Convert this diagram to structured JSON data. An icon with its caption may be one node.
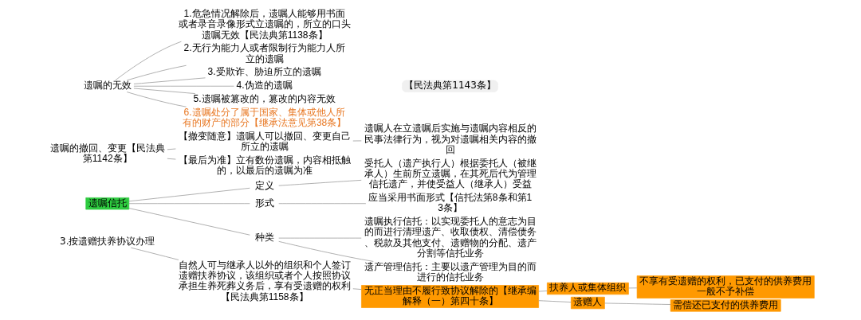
{
  "diagram": {
    "nodes": [
      {
        "text": [
          "遗嘱的无效"
        ]
      },
      {
        "text": [
          "1.危急情况解除后，遗嘱人能够用书面或者录音录像形式立遗嘱的，所立的口头遗嘱无效【民法典第1138条】"
        ]
      },
      {
        "text": [
          "2.无行为能力人或者限制行为能力人所立的遗嘱"
        ]
      },
      {
        "text": [
          "3.受欺诈、胁迫所立的遗嘱"
        ]
      },
      {
        "text": [
          "4.伪造的遗嘱"
        ]
      },
      {
        "text": [
          "5.遗嘱被篡改的，篡改的内容无效"
        ]
      },
      {
        "text": [
          "6.遗嘱处分了属于国家、集体或他人所有的财产的部分【继承法意见第38条】"
        ]
      },
      {
        "text": [
          "【民法典第1143条】"
        ]
      },
      {
        "text": [
          "遗嘱的撤回、变更【民法典第1142条】"
        ]
      },
      {
        "text": [
          "【撤变随意】遗嘱人可以撤回、变更自己所立的遗嘱"
        ]
      },
      {
        "text": [
          "遗嘱人在立遗嘱后实施与遗嘱内容相反的民事法律行为，视为对遗嘱相关内容的撤回"
        ]
      },
      {
        "text": [
          "【最后为准】立有数份遗嘱，内容相抵触的，以最后的遗嘱为准"
        ]
      },
      {
        "text": [
          "遗嘱信托"
        ]
      },
      {
        "text": [
          "定义"
        ]
      },
      {
        "text": [
          "受托人（遗产执行人）根据委托人（被继承人）生前所立遗嘱，在其死后代为管理信托遗产，并使受益人（继承人）受益"
        ]
      },
      {
        "text": [
          "形式"
        ]
      },
      {
        "text": [
          "应当采用书面形式【信托法第8条和第13条】"
        ]
      },
      {
        "text": [
          "种类"
        ]
      },
      {
        "text": [
          "遗嘱执行信托：以实现委托人的意志为目的而进行清理遗产、收取债权、清偿债务、税款及其他支付、遗赠物的分配、遗产分割等信托业务"
        ]
      },
      {
        "text": [
          "遗产管理信托：主要以遗产管理为目的而进行的信托业务"
        ]
      },
      {
        "text": [
          "3.按遗赠扶养协议办理"
        ]
      },
      {
        "text": [
          "自然人可与继承人以外的组织和个人签订遗赠扶养协议，该组织或者个人按照协议承担生养死葬义务后，享有受遗赠的权利【民法典第1158条】"
        ]
      },
      {
        "text": [
          "无正当理由不履行致协议解除的【继承编解释（一）第四十条】"
        ]
      },
      {
        "text": [
          "扶养人或集体组织"
        ]
      },
      {
        "text": [
          "不享有受遗赠的权利，已支付的供养费用一般不予补偿"
        ]
      },
      {
        "text": [
          "遗赠人"
        ]
      },
      {
        "text": [
          "需偿还已支付的供养费用"
        ]
      }
    ],
    "edges": [
      {
        "from": 0,
        "to": 1,
        "arrow": "none"
      },
      {
        "from": 0,
        "to": 2,
        "arrow": "none"
      },
      {
        "from": 0,
        "to": 3,
        "arrow": "none"
      },
      {
        "from": 0,
        "to": 4,
        "arrow": "none"
      },
      {
        "from": 0,
        "to": 5,
        "arrow": "none"
      },
      {
        "from": 0,
        "to": 6,
        "arrow": "none"
      },
      {
        "from": 8,
        "to": 9,
        "arrow": "none"
      },
      {
        "from": 9,
        "to": 10,
        "arrow": "none"
      },
      {
        "from": 8,
        "to": 11,
        "arrow": "none"
      },
      {
        "from": 12,
        "to": 13,
        "arrow": "none"
      },
      {
        "from": 12,
        "to": 15,
        "arrow": "none"
      },
      {
        "from": 12,
        "to": 17,
        "arrow": "none"
      },
      {
        "from": 13,
        "to": 14,
        "arrow": "none"
      },
      {
        "from": 15,
        "to": 16,
        "arrow": "none"
      },
      {
        "from": 17,
        "to": 18,
        "arrow": "none"
      },
      {
        "from": 17,
        "to": 19,
        "arrow": "none"
      },
      {
        "from": 20,
        "to": 21,
        "arrow": "none"
      },
      {
        "from": 21,
        "to": 22,
        "arrow": "none"
      },
      {
        "from": 22,
        "to": 23,
        "arrow": "none"
      },
      {
        "from": 22,
        "to": 25,
        "arrow": "none"
      },
      {
        "from": 23,
        "to": 24,
        "arrow": "none"
      },
      {
        "from": 25,
        "to": 26,
        "arrow": "none"
      }
    ]
  }
}
